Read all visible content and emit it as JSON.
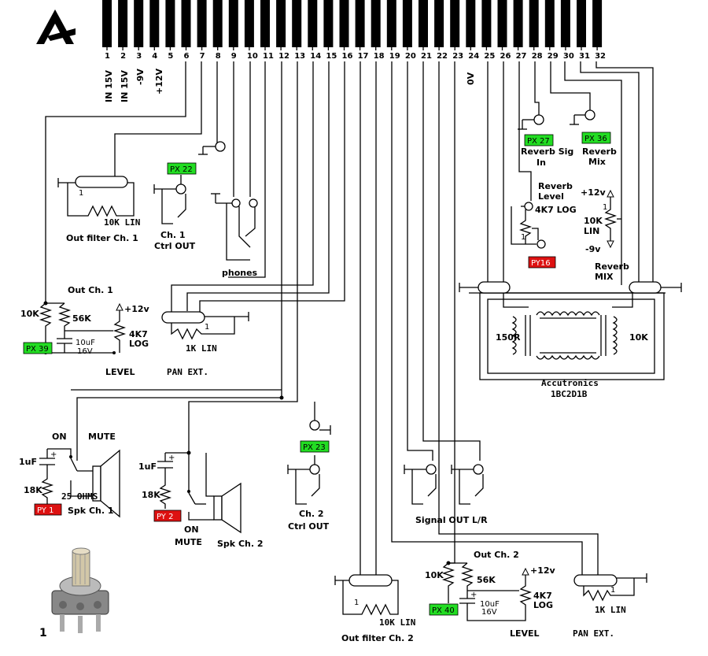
{
  "pins": [
    "1",
    "2",
    "3",
    "4",
    "5",
    "6",
    "7",
    "8",
    "9",
    "10",
    "11",
    "12",
    "13",
    "14",
    "15",
    "16",
    "17",
    "18",
    "19",
    "20",
    "21",
    "22",
    "23",
    "24",
    "25",
    "26",
    "27",
    "28",
    "29",
    "30",
    "31",
    "32"
  ],
  "power_labels": [
    "IN 15V",
    "IN 15V",
    "-9V",
    "+12V"
  ],
  "ov_label": "0V",
  "labels": {
    "out_filter_ch1": "Out filter Ch. 1",
    "lin10k_1": "10K LIN",
    "ch1_ctrl": "Ch. 1",
    "ctrl_out_1": "Ctrl OUT",
    "phones": "phones",
    "out_ch1": "Out Ch. 1",
    "r10k_a": "10K",
    "r56k_a": "56K",
    "p12v_a": "+12v",
    "pot4k7_a": "4K7",
    "log_a": "LOG",
    "cap10_a": "10uF",
    "cap16_a": "16V",
    "level_a": "LEVEL",
    "pan_a": "PAN EXT.",
    "lin1k_a": "1K LIN",
    "on_a": "ON",
    "mute_a": "MUTE",
    "c1uf_a": "1uF",
    "r18k_a": "18K",
    "ohms": "25 OHMS",
    "spk1": "Spk Ch. 1",
    "c1uf_b": "1uF",
    "r18k_b": "18K",
    "on_b": "ON",
    "mute_b": "MUTE",
    "spk2": "Spk Ch. 2",
    "ch2_ctrl": "Ch. 2",
    "ctrl_out_2": "Ctrl OUT",
    "signal_out": "Signal OUT L/R",
    "out_filter_ch2": "Out filter Ch. 2",
    "lin10k_2": "10K LIN",
    "out_ch2": "Out Ch. 2",
    "r10k_b": "10K",
    "r56k_b": "56K",
    "p12v_b": "+12v",
    "pot4k7_b": "4K7",
    "log_b": "LOG",
    "cap10_b": "10uF",
    "cap16_b": "16V",
    "level_b": "LEVEL",
    "pan_b": "PAN EXT.",
    "lin1k_b": "1K LIN",
    "reverb_sig": "Reverb Sig",
    "reverb_sig_in": "In",
    "reverb_mix": "Reverb",
    "reverb_mix2": "Mix",
    "reverb_level": "Reverb",
    "reverb_level2": "Level",
    "pot4k7_log": "4K7 LOG",
    "p12v_c": "+12v",
    "pot10k": "10K",
    "lin_c": "LIN",
    "m9v": "-9v",
    "reverb_mix_big": "Reverb",
    "mix_big": "MIX",
    "r150": "150R",
    "r10k_t": "10K",
    "accutronics": "Accutronics",
    "tank_model": "1BC2D1B",
    "one": "1"
  },
  "tags": {
    "px22": "PX 22",
    "px27": "PX 27",
    "px36": "PX 36",
    "py16": "PY16",
    "px39": "PX 39",
    "px23": "PX 23",
    "py1": "PY 1",
    "py2": "PY 2",
    "px40": "PX 40"
  },
  "colors": {
    "green_tag": "#22dd22",
    "red_tag": "#dd1111"
  }
}
